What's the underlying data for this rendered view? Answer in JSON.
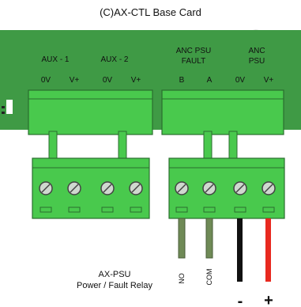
{
  "diagram": {
    "title": "(C)AX-CTL Base Card",
    "board_color": "#3f9a45",
    "terminal_color": "#49c94d",
    "groups": [
      {
        "label": "AUX - 1",
        "pins": [
          "0V",
          "V+"
        ]
      },
      {
        "label": "AUX - 2",
        "pins": [
          "0V",
          "V+"
        ]
      },
      {
        "label": "ANC PSU FAULT",
        "label_lines": [
          "ANC PSU",
          "FAULT"
        ],
        "pins": [
          "B",
          "A"
        ]
      },
      {
        "label": "ANC PSU",
        "label_lines": [
          "ANC",
          "PSU"
        ],
        "pins": [
          "0V",
          "V+"
        ]
      }
    ],
    "wires": [
      {
        "label": "NO",
        "color": "#6f8a56"
      },
      {
        "label": "COM",
        "color": "#6f8a56"
      },
      {
        "label": "-",
        "color": "#111111"
      },
      {
        "label": "+",
        "color": "#e8291f"
      }
    ],
    "caption": {
      "line1": "AX-PSU",
      "line2": "Power / Fault Relay"
    }
  }
}
